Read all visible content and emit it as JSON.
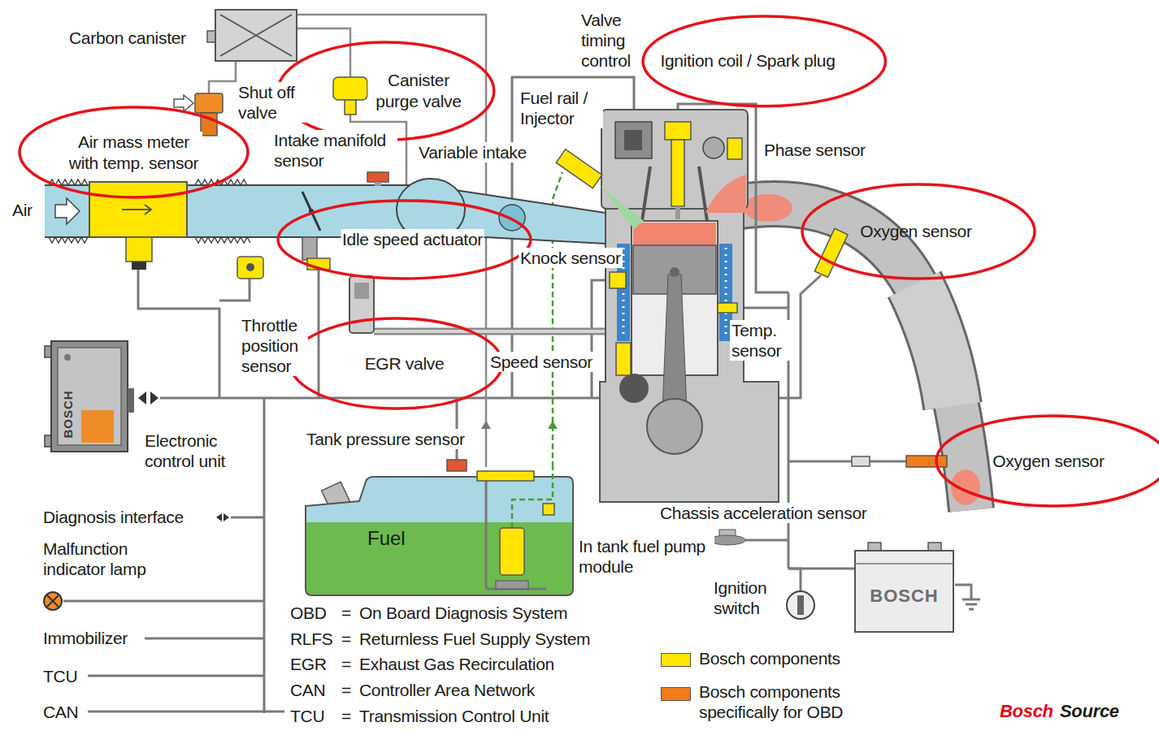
{
  "diagram": {
    "nodes": [
      {
        "text": [
          "Canister purge valve"
        ]
      },
      {
        "text": [
          "Ignition coil / Spark plug"
        ]
      },
      {
        "text": [
          "Air mass meter with temp. sensor"
        ]
      },
      {
        "text": [
          "Oxygen sensor"
        ]
      },
      {
        "text": [
          "Idle speed actuator"
        ]
      },
      {
        "text": [
          "EGR valve"
        ]
      },
      {
        "text": [
          "BOSCH"
        ]
      },
      {
        "text": [
          "Oxygen sensor"
        ]
      },
      {
        "text": [
          "Fuel"
        ]
      },
      {
        "text": [
          "BOSCH"
        ]
      }
    ],
    "labels": [
      "Carbon canister",
      "Valve timing control",
      "Shut off valve",
      "Fuel rail / Injector",
      "Intake manifold sensor",
      "Phase sensor",
      "Variable intake",
      "Air",
      "Knock sensor",
      "Throttle position sensor",
      "Temp. sensor",
      "Speed sensor",
      "Electronic control unit",
      "Tank pressure sensor",
      "Chassis acceleration sensor",
      "Diagnosis interface",
      "In tank fuel pump module",
      "Malfunction indicator lamp",
      "Ignition switch",
      "OBD",
      "=",
      "On Board Diagnosis System",
      "Immobilizer",
      "RLFS",
      "=",
      "Returnless Fuel Supply System",
      "EGR",
      "=",
      "Exhaust Gas Recirculation",
      "TCU",
      "CAN",
      "=",
      "Controller Area Network",
      "CAN",
      "TCU",
      "=",
      "Transmission Control Unit",
      "Bosch",
      "Source"
    ],
    "legend": [
      {
        "text": "Bosch components",
        "color": "#ffe500"
      },
      {
        "text": "Bosch components specifically for OBD",
        "color": "#f07d19"
      }
    ]
  }
}
